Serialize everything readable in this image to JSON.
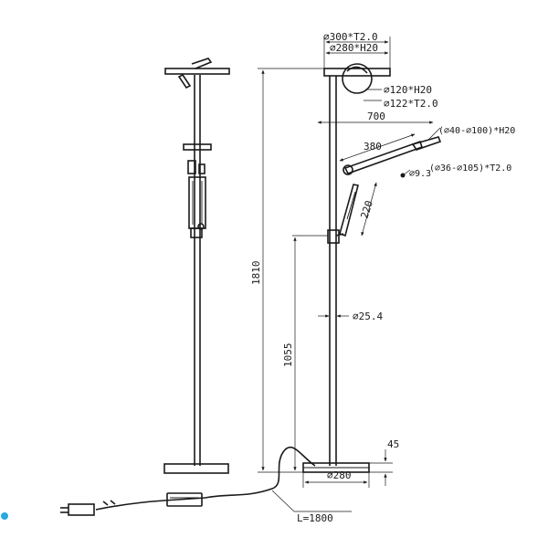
{
  "labels": {
    "base_plate_top": "⌀300*T2.0",
    "top_dish": "⌀280*H20",
    "reading_head_dia": "⌀120*H20",
    "reading_head_plate": "⌀122*T2.0",
    "arm_reach": "700",
    "upper_head": "(⌀40-⌀100)*H20",
    "arm_upper": "380",
    "arm_joint": "⌀9.3",
    "arm_lower_joint": "(⌀36-⌀105)*T2.0",
    "arm_lower": "220",
    "total_height": "1810",
    "pole_dia": "⌀25.4",
    "switch_height": "1055",
    "base_height": "45",
    "base_dia": "⌀280",
    "cable_length": "L=1800"
  },
  "colors": {
    "line": "#1a1a1a",
    "background": "#ffffff",
    "accent": "#29a8e0"
  }
}
